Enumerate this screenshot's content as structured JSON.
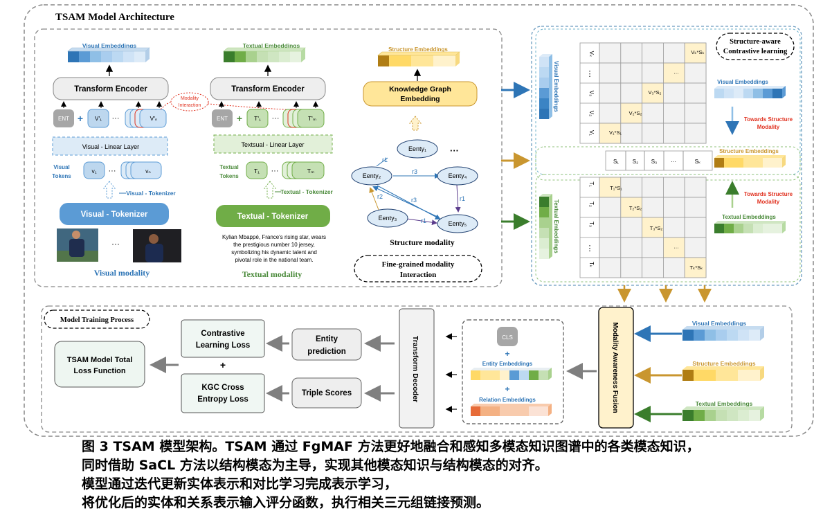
{
  "title": "TSAM Model Architecture",
  "visual": {
    "embeddings_label": "Visual  Embeddings",
    "encoder": "Transform Encoder",
    "ent": "ENT",
    "plus": "+",
    "v1": "V'₁",
    "dots": "···",
    "vn": "V'ₙ",
    "modality_interaction": "Modality Interaction",
    "linear": "Visual - Linear Layer",
    "tokens_label": "Visual Tokens",
    "t1": "v₁",
    "tn": "vₙ",
    "tokenizer_small": "Visual - Tokenizer",
    "tokenizer": "Visual - Tokenizer",
    "modality": "Visual modality"
  },
  "textual": {
    "embeddings_label": "Textual  Embeddings",
    "encoder": "Transform Encoder",
    "ent": "ENT",
    "plus": "+",
    "t1": "T'₁",
    "tm": "T'ₘ",
    "linear": "Textsual - Linear Layer",
    "tokens_label": "Textual Tokens",
    "k1": "T₁",
    "km": "Tₘ",
    "tokenizer_small": "Textual - Tokenizer",
    "tokenizer": "Textual - Tokenizer",
    "text_lines": [
      "Kylian Mbappé, France's rising star, wears",
      "the prestigious number 10 jersey,",
      "symbolizing his dynamic talent and",
      "pivotal role in the national team."
    ],
    "modality": "Textual modality"
  },
  "structure": {
    "embeddings_label": "Structure Embeddings",
    "kge": "Knowledge Graph Embedding",
    "e1": "Eenty₁",
    "e2": "Eenty₂",
    "e3": "Eenty₃",
    "e4": "Eenty₄",
    "e5": "Eenty₅",
    "more": "···",
    "r1": "r1",
    "r2": "r2",
    "r3": "r3",
    "modality": "Structure modality",
    "fine_grained": "Fine-grained modality Interaction"
  },
  "contrast": {
    "title": "Structure-aware Contrastive learning",
    "visual_embed_vert": "Visual  Embeddings",
    "textual_embed_vert": "Textual  Embeddings",
    "top_rows": [
      "Vₖ",
      "⋮",
      "V₃",
      "V₂",
      "V₁"
    ],
    "top_diag": [
      "V₁*S₁",
      "V₂*S₂",
      "V₃*S₂",
      "···",
      "Vₖ*Sₖ"
    ],
    "s_row": [
      "S₁",
      "S₂",
      "S₃",
      "···",
      "Sₖ"
    ],
    "bot_rows": [
      "T₁",
      "T₂",
      "T₃",
      "⋮",
      "Tₖ"
    ],
    "bot_diag": [
      "T₁*S₁",
      "T₂*S₂",
      "T₃*S₂",
      "···",
      "Tₖ*Sₖ"
    ],
    "visual_embed": "Visual  Embeddings",
    "structure_embed": "Structure Embeddings",
    "textual_embed": "Textual  Embeddings",
    "towards": "Towards Structure Modality"
  },
  "training": {
    "title": "Model Training Process",
    "total_loss": "TSAM Model Total Loss Function",
    "cl_loss": "Contrastive Learning Loss",
    "plus": "+",
    "kgc_loss": "KGC Cross Entropy Loss",
    "entity_pred": "Entity prediction",
    "triple": "Triple Scores",
    "decoder": "Transform Decoder",
    "cls": "CLS",
    "entity_embed": "Entity  Embeddings",
    "relation_embed": "Relation  Embeddings",
    "fusion": "Modality Awareness Fusion",
    "visual_embed": "Visual  Embeddings",
    "structure_embed": "Structure Embeddings",
    "textual_embed": "Textual  Embeddings"
  },
  "caption": [
    "图 3 TSAM 模型架构。TSAM 通过 FgMAF 方法更好地融合和感知多模态知识图谱中的各类模态知识，",
    "同时借助 SaCL 方法以结构模态为主导，实现其他模态知识与结构模态的对齐。",
    "模型通过迭代更新实体表示和对比学习完成表示学习，",
    "将优化后的实体和关系表示输入评分函数，执行相关三元组链接预测。"
  ],
  "colors": {
    "visual_blue": "#2e75b6",
    "textual_green": "#4a8a3a",
    "structure_gold": "#c9962f",
    "red": "#e0301e"
  }
}
